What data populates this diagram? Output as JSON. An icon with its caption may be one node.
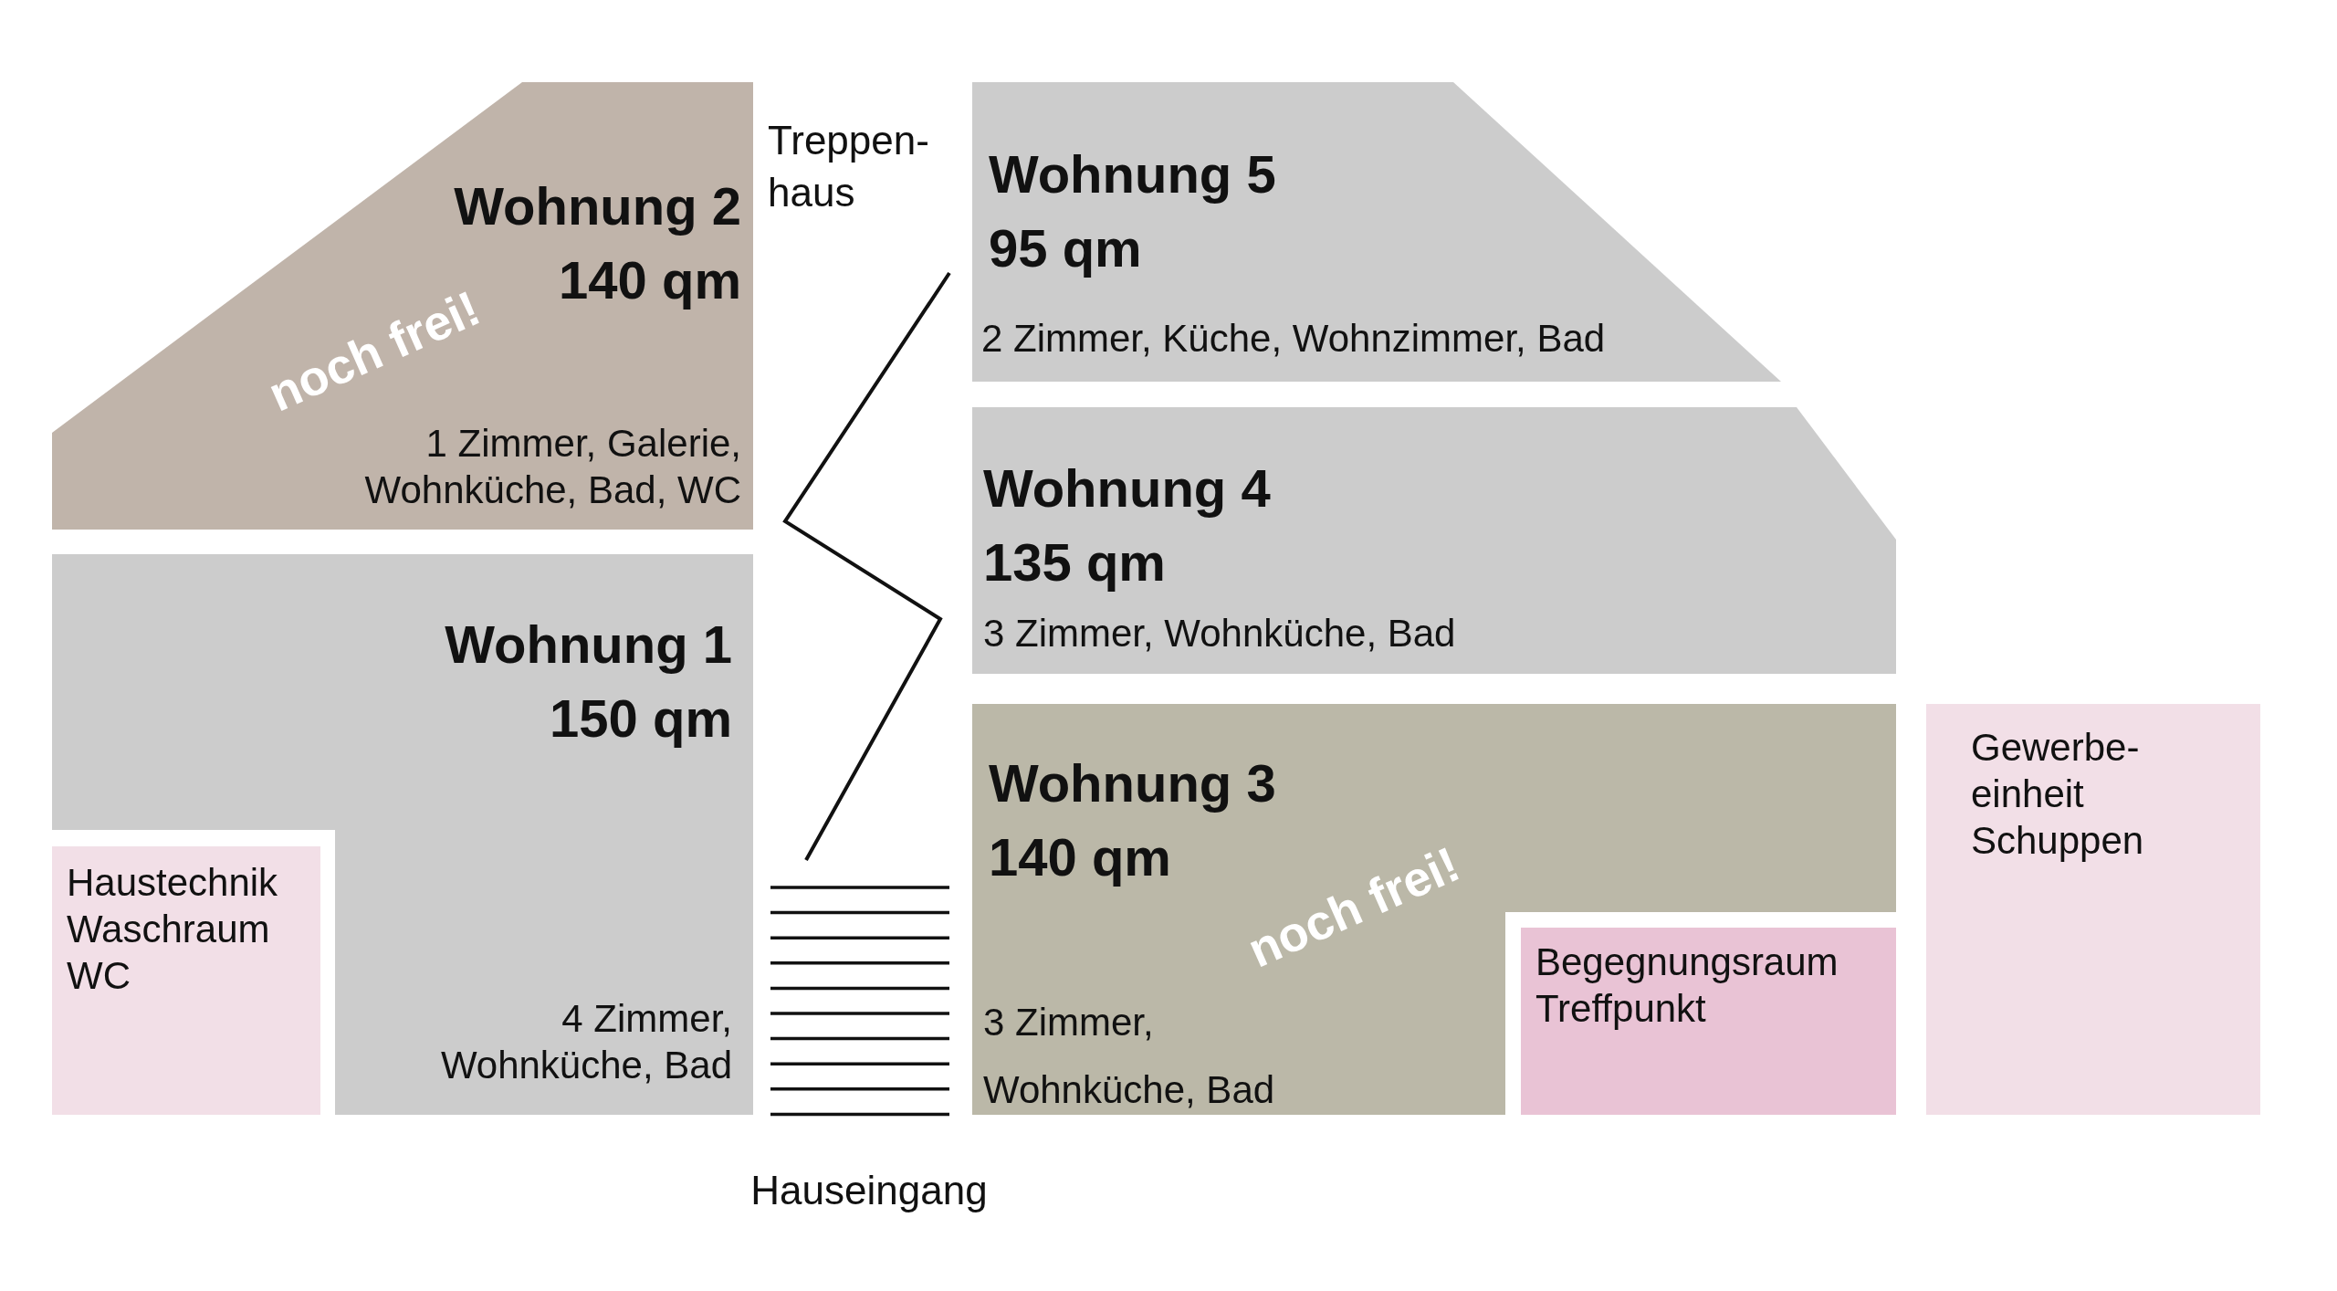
{
  "diagram": {
    "nodes": [
      {
        "text": [
          "Wohnung 2 140 qm",
          "noch frei!",
          "1 Zimmer, Galerie, Wohnküche, Bad, WC"
        ]
      },
      {
        "text": [
          "Wohnung 1 150 qm",
          "4 Zimmer, Wohnküche, Bad"
        ]
      },
      {
        "text": [
          "Haustechnik Waschraum WC"
        ]
      },
      {
        "text": [
          "Wohnung 5 95 qm",
          "2 Zimmer, Küche, Wohnzimmer, Bad"
        ]
      },
      {
        "text": [
          "Wohnung 4 135 qm",
          "3 Zimmer, Wohnküche, Bad"
        ]
      },
      {
        "text": [
          "Wohnung 3 140 qm",
          "noch frei!",
          "3 Zimmer, Wohnküche, Bad"
        ]
      },
      {
        "text": [
          "Begegnungsraum Treffpunkt"
        ]
      },
      {
        "text": [
          "Gewerbe- einheit Schuppen"
        ]
      }
    ],
    "labels": [
      "Treppen- haus",
      "Hauseingang"
    ]
  }
}
